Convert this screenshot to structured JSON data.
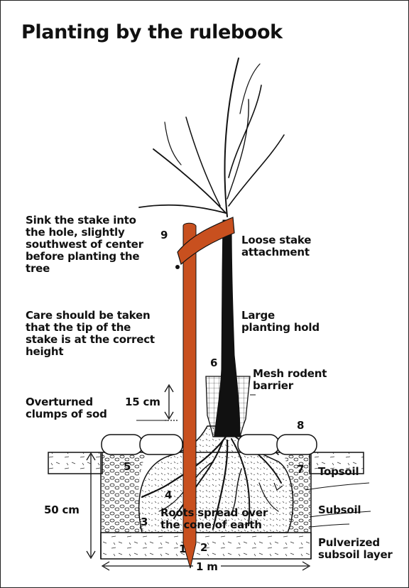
{
  "title": "Planting by the rulebook",
  "labels": {
    "stake_placement": [
      "Sink the stake into",
      "the hole, slightly",
      "southwest of center",
      "before planting the",
      "tree"
    ],
    "stake_tip_care": [
      "Care should be taken",
      "that the tip of the",
      "stake is at the correct",
      "height"
    ],
    "overturned_sod": [
      "Overturned",
      "clumps of sod"
    ],
    "loose_attachment": [
      "Loose stake",
      "attachment"
    ],
    "planting_hole": [
      "Large",
      "planting hold"
    ],
    "mesh_barrier": [
      "Mesh rodent",
      "barrier"
    ],
    "topsoil": "Topsoil",
    "subsoil": "Subsoil",
    "pulverized_layer": [
      "Pulverized",
      "subsoil layer"
    ],
    "roots_spread": [
      "Roots spread over",
      "the cone of earth"
    ]
  },
  "dimensions": {
    "stake_height_above_ground": "15 cm",
    "hole_depth": "50 cm",
    "hole_width": "1 m"
  },
  "numbers": [
    "1",
    "2",
    "3",
    "4",
    "5",
    "6",
    "7",
    "8",
    "9"
  ],
  "colors": {
    "stake": "#c8501f",
    "outline": "#111111",
    "text": "#111111",
    "background": "#ffffff"
  }
}
